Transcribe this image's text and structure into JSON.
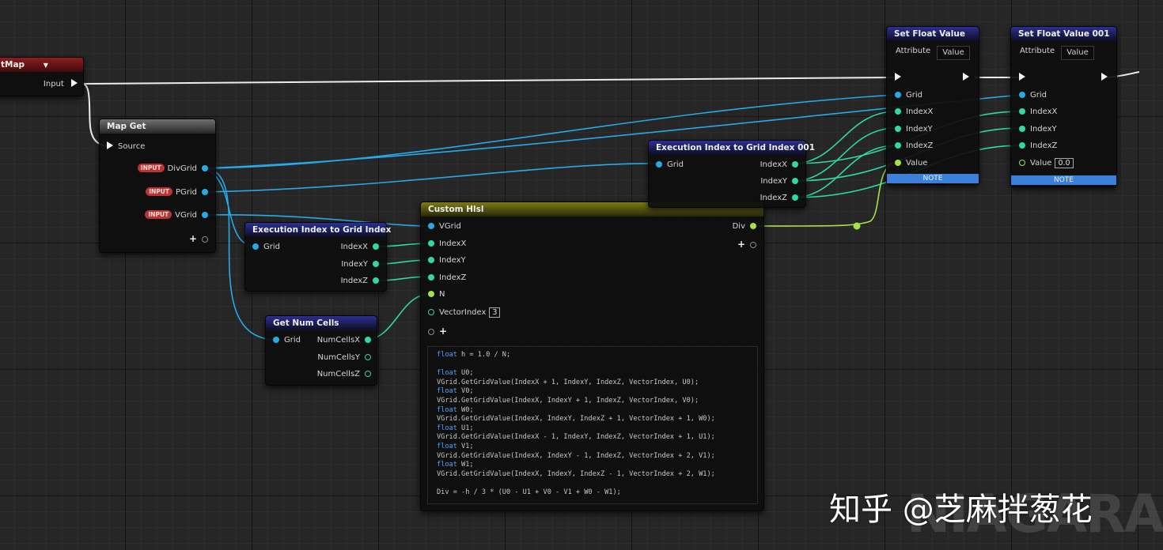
{
  "colors": {
    "grid_wire": "#27a9e8",
    "index_wire": "#2ed9a6",
    "float_wire": "#a3e34a",
    "exec_wire": "#ececec"
  },
  "nodes": {
    "left_map": {
      "title": "tMap",
      "input_label": "Input"
    },
    "map_get": {
      "title": "Map Get",
      "source_label": "Source",
      "input_tag": "INPUT",
      "outputs": [
        "DivGrid",
        "PGrid",
        "VGrid"
      ]
    },
    "exec_index_1": {
      "title": "Execution Index to Grid Index",
      "input_label": "Grid",
      "outputs": [
        "IndexX",
        "IndexY",
        "IndexZ"
      ]
    },
    "get_num_cells": {
      "title": "Get Num Cells",
      "input_label": "Grid",
      "outputs": [
        "NumCellsX",
        "NumCellsY",
        "NumCellsZ"
      ]
    },
    "custom_hlsl": {
      "title": "Custom Hlsl",
      "inputs": [
        "VGrid",
        "IndexX",
        "IndexY",
        "IndexZ",
        "N",
        "VectorIndex"
      ],
      "vector_index_value": "3",
      "output_label": "Div",
      "code_lines": [
        "float h = 1.0 / N;",
        "",
        "float U0;",
        "VGrid.GetGridValue(IndexX + 1, IndexY, IndexZ, VectorIndex, U0);",
        "float V0;",
        "VGrid.GetGridValue(IndexX, IndexY + 1, IndexZ, VectorIndex, V0);",
        "float W0;",
        "VGrid.GetGridValue(IndexX, IndexY, IndexZ + 1, VectorIndex + 1, W0);",
        "float U1;",
        "VGrid.GetGridValue(IndexX - 1, IndexY, IndexZ, VectorIndex + 1, U1);",
        "float V1;",
        "VGrid.GetGridValue(IndexX, IndexY - 1, IndexZ, VectorIndex + 2, V1);",
        "float W1;",
        "VGrid.GetGridValue(IndexX, IndexY, IndexZ - 1, VectorIndex + 2, W1);",
        "",
        "Div = -h / 3 * (U0 - U1 + V0 - V1 + W0 - W1);"
      ]
    },
    "exec_index_001": {
      "title": "Execution Index to Grid Index 001",
      "input_label": "Grid",
      "outputs": [
        "IndexX",
        "IndexY",
        "IndexZ"
      ]
    },
    "set_float_value": {
      "title": "Set Float Value",
      "attribute_label": "Attribute",
      "attribute_value": "Value",
      "inputs": [
        "Grid",
        "IndexX",
        "IndexY",
        "IndexZ",
        "Value"
      ],
      "note_label": "NOTE"
    },
    "set_float_value_001": {
      "title": "Set Float Value 001",
      "attribute_label": "Attribute",
      "attribute_value": "Value",
      "inputs": [
        "Grid",
        "IndexX",
        "IndexY",
        "IndexZ",
        "Value"
      ],
      "value_default": "0.0",
      "note_label": "NOTE"
    }
  },
  "watermark": {
    "text": "知乎 @芝麻拌葱花",
    "logo_text": "NIAGARA"
  }
}
